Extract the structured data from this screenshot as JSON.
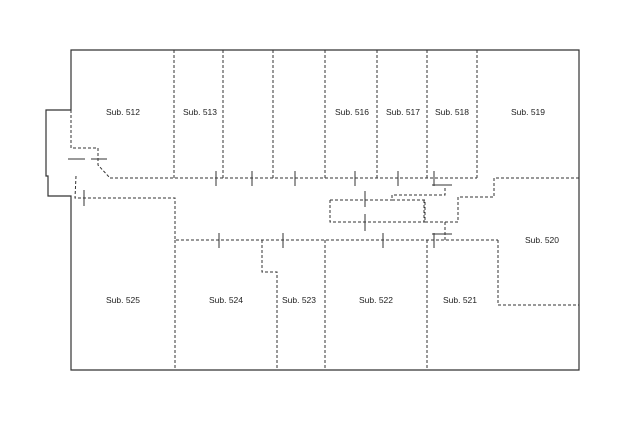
{
  "rooms": {
    "r512": "Sub. 512",
    "r513": "Sub. 513",
    "r516": "Sub. 516",
    "r517": "Sub. 517",
    "r518": "Sub. 518",
    "r519": "Sub. 519",
    "r520": "Sub. 520",
    "r521": "Sub. 521",
    "r522": "Sub. 522",
    "r523": "Sub. 523",
    "r524": "Sub. 524",
    "r525": "Sub. 525"
  }
}
